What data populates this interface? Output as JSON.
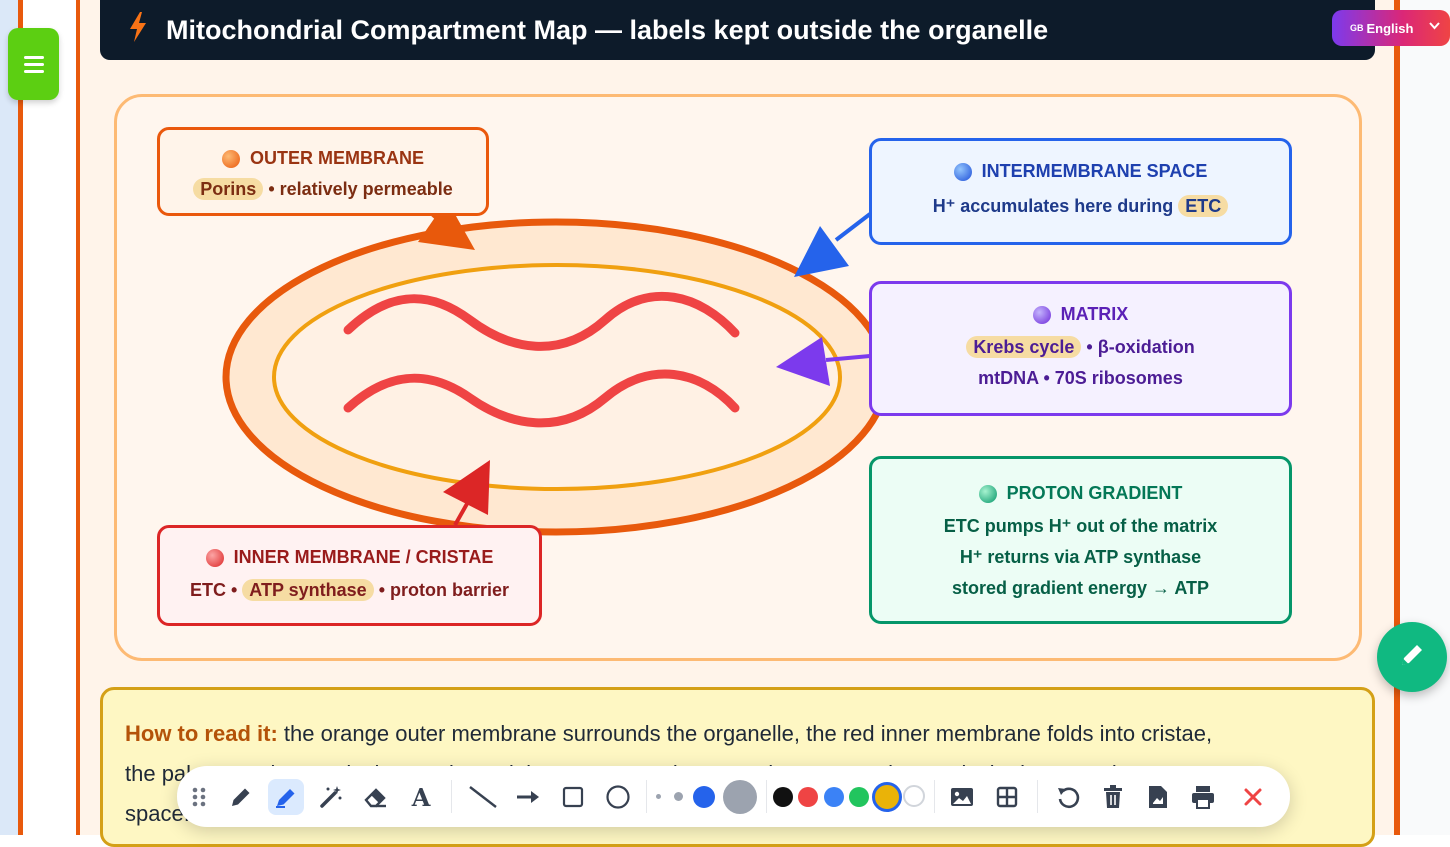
{
  "header": {
    "title": "Mitochondrial Compartment Map — labels kept outside the organelle",
    "bolt_icon": "lightning-bolt-icon"
  },
  "language": {
    "flag": "GB",
    "label": "English",
    "icon": "chevron-down-icon"
  },
  "menu": {
    "icon": "hamburger-menu-icon"
  },
  "labels": {
    "outer": {
      "heading": "OUTER MEMBRANE",
      "line1_highlight": "Porins",
      "line1_rest": "• relatively permeable",
      "color": "#ea580c"
    },
    "intermembrane": {
      "heading": "INTERMEMBRANE SPACE",
      "line1_text": "H⁺ accumulates here during",
      "line1_highlight": "ETC",
      "color": "#2563eb"
    },
    "matrix": {
      "heading": "MATRIX",
      "line1_highlight": "Krebs cycle",
      "line1_rest": "• β-oxidation",
      "line2": "mtDNA • 70S ribosomes",
      "color": "#7c3aed"
    },
    "inner": {
      "heading": "INNER MEMBRANE / CRISTAE",
      "line1_pre": "ETC •",
      "line1_highlight": "ATP synthase",
      "line1_post": "• proton barrier",
      "color": "#dc2626"
    },
    "proton": {
      "heading": "PROTON GRADIENT",
      "line1": "ETC pumps H⁺ out of the matrix",
      "line2": "H⁺ returns via ATP synthase",
      "line3": "stored gradient energy → ATP",
      "color": "#059669"
    }
  },
  "info": {
    "lead": "How to read it:",
    "line1": "the orange outer membrane surrounds the organelle, the red inner membrane folds into cristae,",
    "line2": "the pale central space is the matrix, and the narrow gap between the two membranes is the intermembrane",
    "line3": "space."
  },
  "fab": {
    "icon": "pencil-icon"
  },
  "toolbar": {
    "tools": [
      "drag-handle-icon",
      "pen-icon",
      "highlighter-icon",
      "magic-wand-icon",
      "eraser-icon",
      "text-icon",
      "line-icon",
      "arrow-icon",
      "rectangle-icon",
      "circle-icon",
      "image-icon",
      "grid-icon",
      "undo-icon",
      "trash-icon",
      "export-icon",
      "print-icon",
      "close-icon"
    ],
    "active_tool": "highlighter-icon",
    "colors": [
      "#111111",
      "#ef4444",
      "#3b82f6",
      "#22c55e",
      "#eab308",
      "#ffffff"
    ],
    "selected_color": "#eab308",
    "stroke_color": "#2563eb"
  }
}
